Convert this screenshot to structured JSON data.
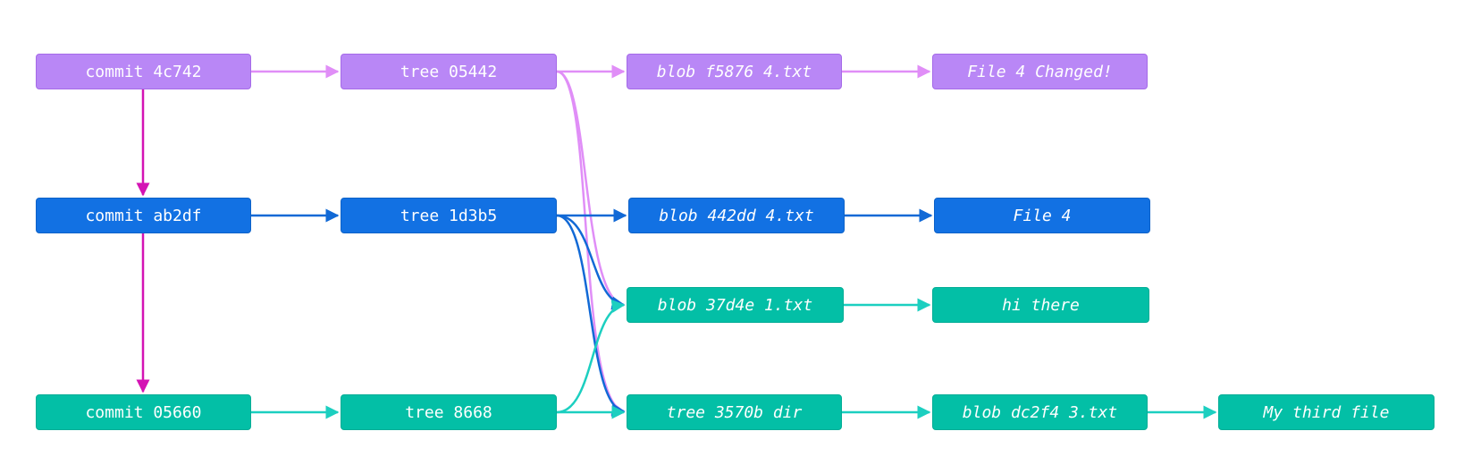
{
  "colors": {
    "purple": "#b987f6",
    "blue": "#1271e3",
    "teal": "#03bfa6",
    "purple_edge": "#e08ef7",
    "blue_edge": "#1169d6",
    "teal_edge": "#1ccfc0",
    "parent_edge": "#d413b4"
  },
  "nodes": {
    "commit_4c742": "commit 4c742",
    "tree_05442": "tree 05442",
    "blob_f5876": "blob f5876 4.txt",
    "content_f5876": "File 4 Changed!",
    "commit_ab2df": "commit ab2df",
    "tree_1d3b5": "tree 1d3b5",
    "blob_442dd": "blob 442dd 4.txt",
    "content_442dd": "File 4",
    "blob_37d4e": "blob 37d4e 1.txt",
    "content_37d4e": "hi there",
    "commit_05660": "commit 05660",
    "tree_8668": "tree 8668",
    "tree_3570b": "tree 3570b dir",
    "blob_dc2f4": "blob dc2f4 3.txt",
    "content_dc2f4": "My third file"
  }
}
